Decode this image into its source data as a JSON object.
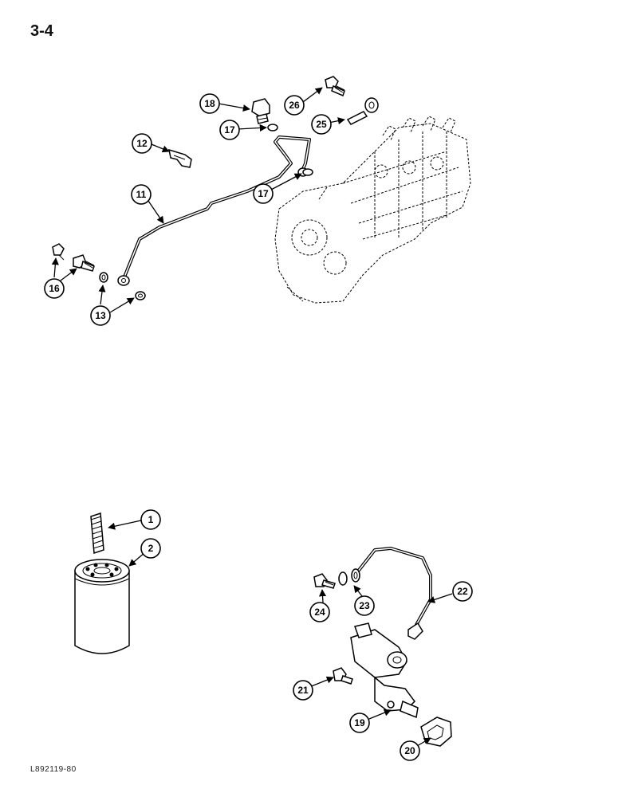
{
  "page": {
    "number": "3-4",
    "figure_code": "L892119-80"
  },
  "callouts": [
    {
      "id": "c1",
      "label": "1"
    },
    {
      "id": "c2",
      "label": "2"
    },
    {
      "id": "c11",
      "label": "11"
    },
    {
      "id": "c12",
      "label": "12"
    },
    {
      "id": "c13",
      "label": "13"
    },
    {
      "id": "c16",
      "label": "16"
    },
    {
      "id": "c17a",
      "label": "17"
    },
    {
      "id": "c17b",
      "label": "17"
    },
    {
      "id": "c18",
      "label": "18"
    },
    {
      "id": "c19",
      "label": "19"
    },
    {
      "id": "c20",
      "label": "20"
    },
    {
      "id": "c21",
      "label": "21"
    },
    {
      "id": "c22",
      "label": "22"
    },
    {
      "id": "c23",
      "label": "23"
    },
    {
      "id": "c24",
      "label": "24"
    },
    {
      "id": "c25",
      "label": "25"
    },
    {
      "id": "c26",
      "label": "26"
    }
  ]
}
